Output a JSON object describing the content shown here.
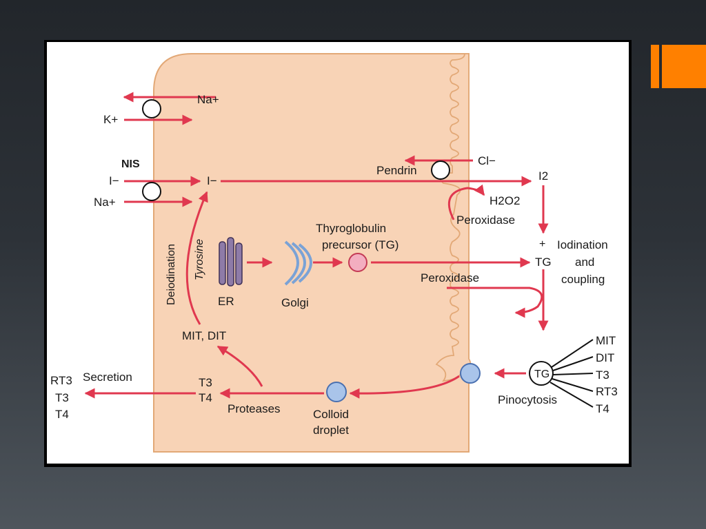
{
  "colors": {
    "accent": "#ff8000",
    "cell": "#f8d3b6",
    "cell_border": "#e2a876",
    "arrow": "#e0384f",
    "droplet": "#a9c4ea"
  },
  "labels": {
    "na_top": "Na+",
    "k": "K+",
    "nis": "NIS",
    "iodide_out": "I−",
    "na_bottom": "Na+",
    "iodide_in": "I−",
    "deiodination": "Deiodination",
    "tyrosine": "Tyrosine",
    "er": "ER",
    "golgi": "Golgi",
    "thyro1": "Thyroglobulin",
    "thyro2": "precursor (TG)",
    "cl": "Cl−",
    "pendrin": "Pendrin",
    "i2": "I2",
    "h2o2": "H2O2",
    "peroxidase_top": "Peroxidase",
    "plus": "+",
    "tg_right": "TG",
    "iod1": "Iodination",
    "iod2": "and",
    "iod3": "coupling",
    "peroxidase_mid": "Peroxidase",
    "mit_dit": "MIT, DIT",
    "secretion": "Secretion",
    "rt3_out": "RT3",
    "t3_out": "T3",
    "t4_out": "T4",
    "t3_in": "T3",
    "t4_in": "T4",
    "proteases": "Proteases",
    "colloid1": "Colloid",
    "colloid2": "droplet",
    "tg_circle": "TG",
    "pinocytosis": "Pinocytosis",
    "r_mit": "MIT",
    "r_dit": "DIT",
    "r_t3": "T3",
    "r_rt3": "RT3",
    "r_t4": "T4"
  }
}
